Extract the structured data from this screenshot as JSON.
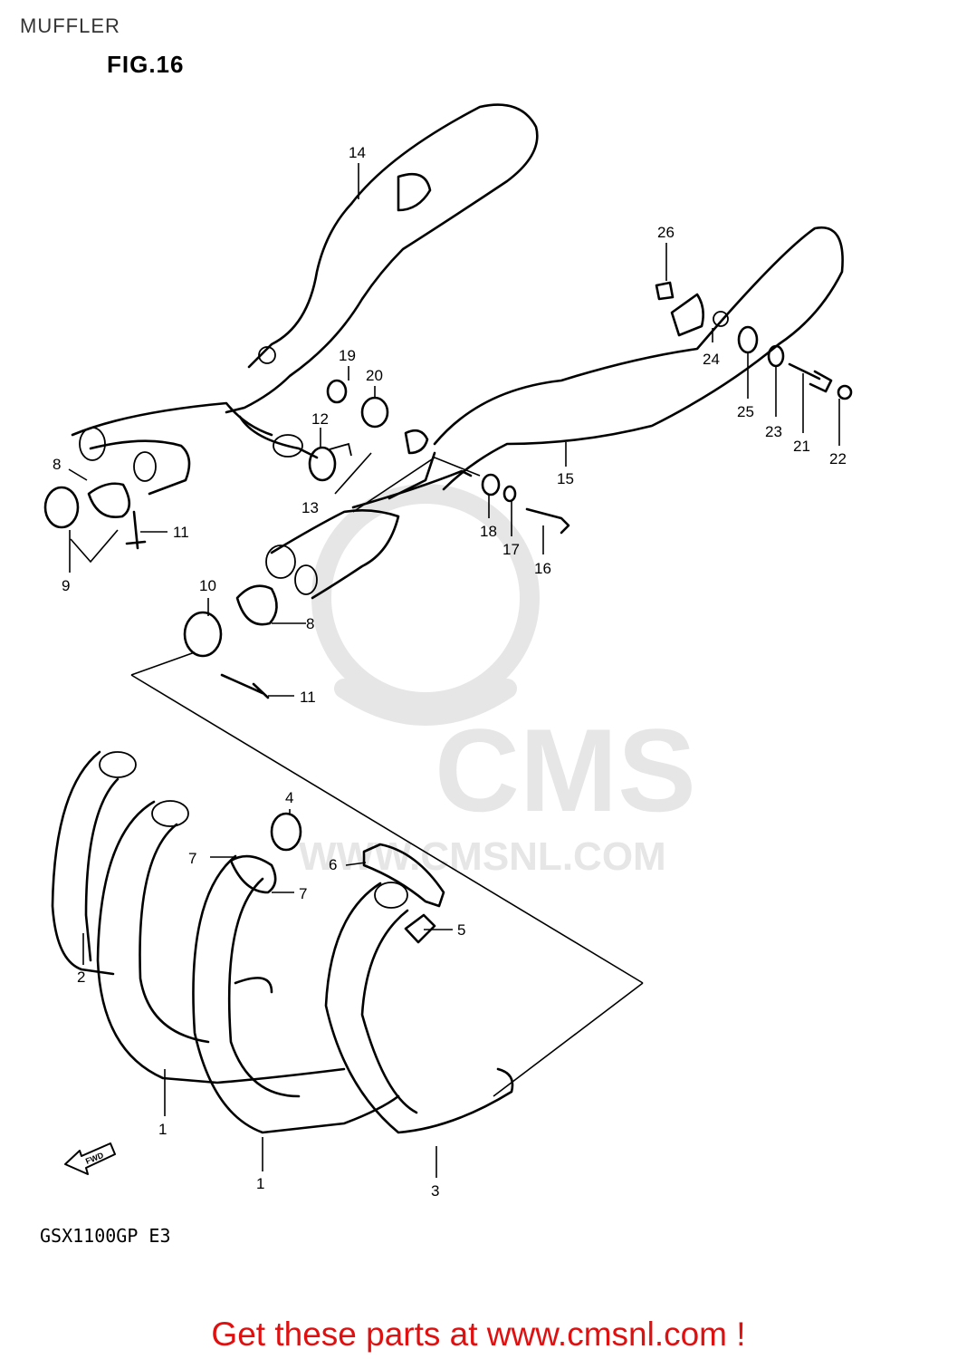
{
  "page": {
    "section_title": "MUFFLER",
    "figure_label": "FIG.16",
    "model_code": "GSX1100GP  E3",
    "call_to_action": "Get these parts at www.cmsnl.com !",
    "cta_color": "#e01010"
  },
  "watermark": {
    "brand": "CMS",
    "url": "WWW.CMSNL.COM"
  },
  "arrow": {
    "label": "FWD"
  },
  "callouts": {
    "c1a": "1",
    "c1b": "1",
    "c2": "2",
    "c3": "3",
    "c4": "4",
    "c5": "5",
    "c6": "6",
    "c7a": "7",
    "c7b": "7",
    "c8a": "8",
    "c8b": "8",
    "c9": "9",
    "c10": "10",
    "c11a": "11",
    "c11b": "11",
    "c12": "12",
    "c13": "13",
    "c14": "14",
    "c15": "15",
    "c16": "16",
    "c17": "17",
    "c18": "18",
    "c19": "19",
    "c20": "20",
    "c21": "21",
    "c22": "22",
    "c23": "23",
    "c24": "24",
    "c25": "25",
    "c26": "26"
  }
}
